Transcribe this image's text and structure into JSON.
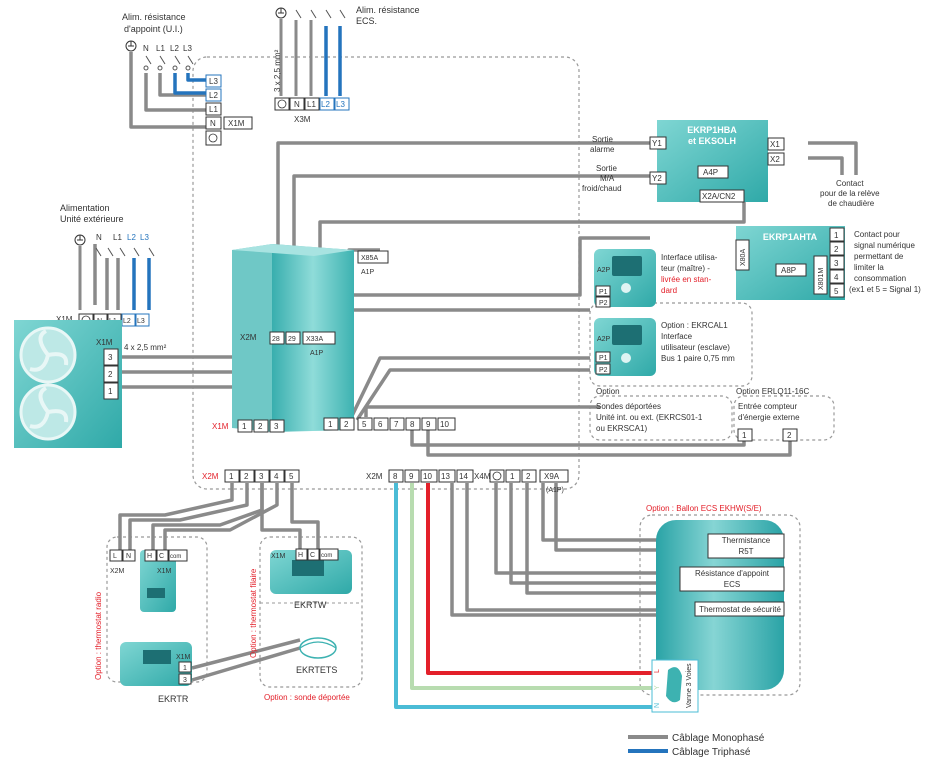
{
  "supply_ji": {
    "title_l1": "Alim. résistance",
    "title_l2": "d'appoint (U.I.)",
    "t_L3": "L3",
    "t_L2": "L2",
    "t_L1": "L1",
    "t_N": "N",
    "term": "X1M",
    "top_N": "N",
    "top_L1": "L1",
    "top_L2": "L2",
    "top_L3": "L3"
  },
  "supply_ecs": {
    "title_l1": "Alim. résistance",
    "title_l2": "ECS.",
    "cable": "3 x 2,5 mm²",
    "t_N": "N",
    "t_L1": "L1",
    "t_L2": "L2",
    "t_L3": "L3",
    "term": "X3M"
  },
  "outdoor": {
    "title_l1": "Alimentation",
    "title_l2": "Unité extérieure",
    "top_N": "N",
    "top_L1": "L1",
    "top_L2": "L2",
    "top_L3": "L3",
    "term": "X1M",
    "t_N": "N",
    "t_L1": "L1",
    "t_L2": "L2",
    "t_L3": "L3",
    "term2": "X1M",
    "cable": "4 x 2,5 mm²",
    "t_3": "3",
    "t_2": "2",
    "t_1": "1"
  },
  "indoor": {
    "x1m_label": "X1M",
    "x1m_t1": "1",
    "x1m_t2": "2",
    "x1m_t3": "3",
    "x2m_label": "X2M",
    "x2m_28": "28",
    "x2m_29": "29",
    "x33a": "X33A",
    "a1p": "A1P",
    "x85a": "X85A",
    "a1p_b": "A1P",
    "b_1": "1",
    "b_2": "2",
    "b_5": "5",
    "b_6": "6",
    "b_7": "7",
    "b_8": "8",
    "b_9": "9",
    "b_10": "10"
  },
  "ekrp1hba": {
    "title_l1": "EKRP1HBA",
    "title_l2": "et EKSOLH",
    "a4p": "A4P",
    "x2a": "X2A/CN2",
    "y1": "Y1",
    "y2": "Y2",
    "x1": "X1",
    "x2": "X2",
    "sortie_alarme_l1": "Sortie",
    "sortie_alarme_l2": "alarme",
    "sortie_ma_l1": "Sortie",
    "sortie_ma_l2": "M/A",
    "sortie_ma_l3": "froid/chaud",
    "contact_l1": "Contact",
    "contact_l2": "pour de la relève",
    "contact_l3": "de chaudière"
  },
  "ekrp1ahta": {
    "title": "EKRP1AHTA",
    "a8p": "A8P",
    "x80a": "X80A",
    "x801m": "X801M",
    "t1": "1",
    "t2": "2",
    "t3": "3",
    "t4": "4",
    "t5": "5",
    "desc_l1": "Contact pour",
    "desc_l2": "signal numérique",
    "desc_l3": "permettant de",
    "desc_l4": "limiter la",
    "desc_l5": "consommation",
    "desc_l6": "(ex1 et 5 = Signal 1)"
  },
  "iface_master": {
    "a2p": "A2P",
    "p1": "P1",
    "p2": "P2",
    "l1": "Interface utilisa-",
    "l2": "teur (maître) -",
    "l3": "livrée en stan-",
    "l4": "dard"
  },
  "iface_slave": {
    "a2p": "A2P",
    "p1": "P1",
    "p2": "P2",
    "l1": "Option : EKRCAL1",
    "l2": "Interface",
    "l3": "utilisateur (esclave)",
    "l4": "Bus 1 paire 0,75 mm"
  },
  "sondes": {
    "head": "Option",
    "l1": "Sondes déportées",
    "l2": "Unité int. ou ext. (EKRCS01-1",
    "l3": "ou EKRSCA1)"
  },
  "compteur": {
    "head": "Option ERLQ11-16C",
    "l1": "Entrée compteur",
    "l2": "d'énergie externe",
    "t1": "1",
    "t2": "2"
  },
  "bottom_x2m": {
    "label": "X2M",
    "t1": "1",
    "t2": "2",
    "t3": "3",
    "t4": "4",
    "t5": "5"
  },
  "bottom_right": {
    "x2m": "X2M",
    "t8": "8",
    "t9": "9",
    "t10": "10",
    "t13": "13",
    "t14": "14",
    "x4m": "X4M",
    "t1": "1",
    "t2": "2",
    "x9a": "X9A",
    "a1p": "(A1P)"
  },
  "radio": {
    "caption": "Option : thermostat radio",
    "L": "L",
    "N": "N",
    "H": "H",
    "C": "C",
    "com": "com",
    "x2m": "X2M",
    "x1m": "X1M"
  },
  "ekrtr": {
    "name": "EKRTR",
    "x1m": "X1M",
    "t1": "1",
    "t3": "3"
  },
  "ekrtw": {
    "name": "EKRTW",
    "x1m": "X1M",
    "H": "H",
    "C": "C",
    "com": "com",
    "caption": "Option : thermostat filaire"
  },
  "ekrtets": {
    "name": "EKRTETS",
    "caption": "Option : sonde déportée"
  },
  "ecs": {
    "caption": "Option : Ballon ECS EKHW(S/E)",
    "th_l1": "Thermistance",
    "th_l2": "R5T",
    "res_l1": "Résistance d'appoint",
    "res_l2": "ECS",
    "secu": "Thermostat de sécurité",
    "vanne": "Vanne 3 Voies",
    "L": "L",
    "Y": "Y",
    "N": "N"
  },
  "legend": {
    "mono": "Câblage Monophasé",
    "tri": "Câblage Triphasé"
  },
  "colors": {
    "gray": "#8a8a8a",
    "blue": "#2474bd",
    "red": "#e3202a",
    "green": "#b8dcb0",
    "cyan": "#4bbcd6",
    "teal": "#55c3c0",
    "label_red": "#e3202a"
  }
}
